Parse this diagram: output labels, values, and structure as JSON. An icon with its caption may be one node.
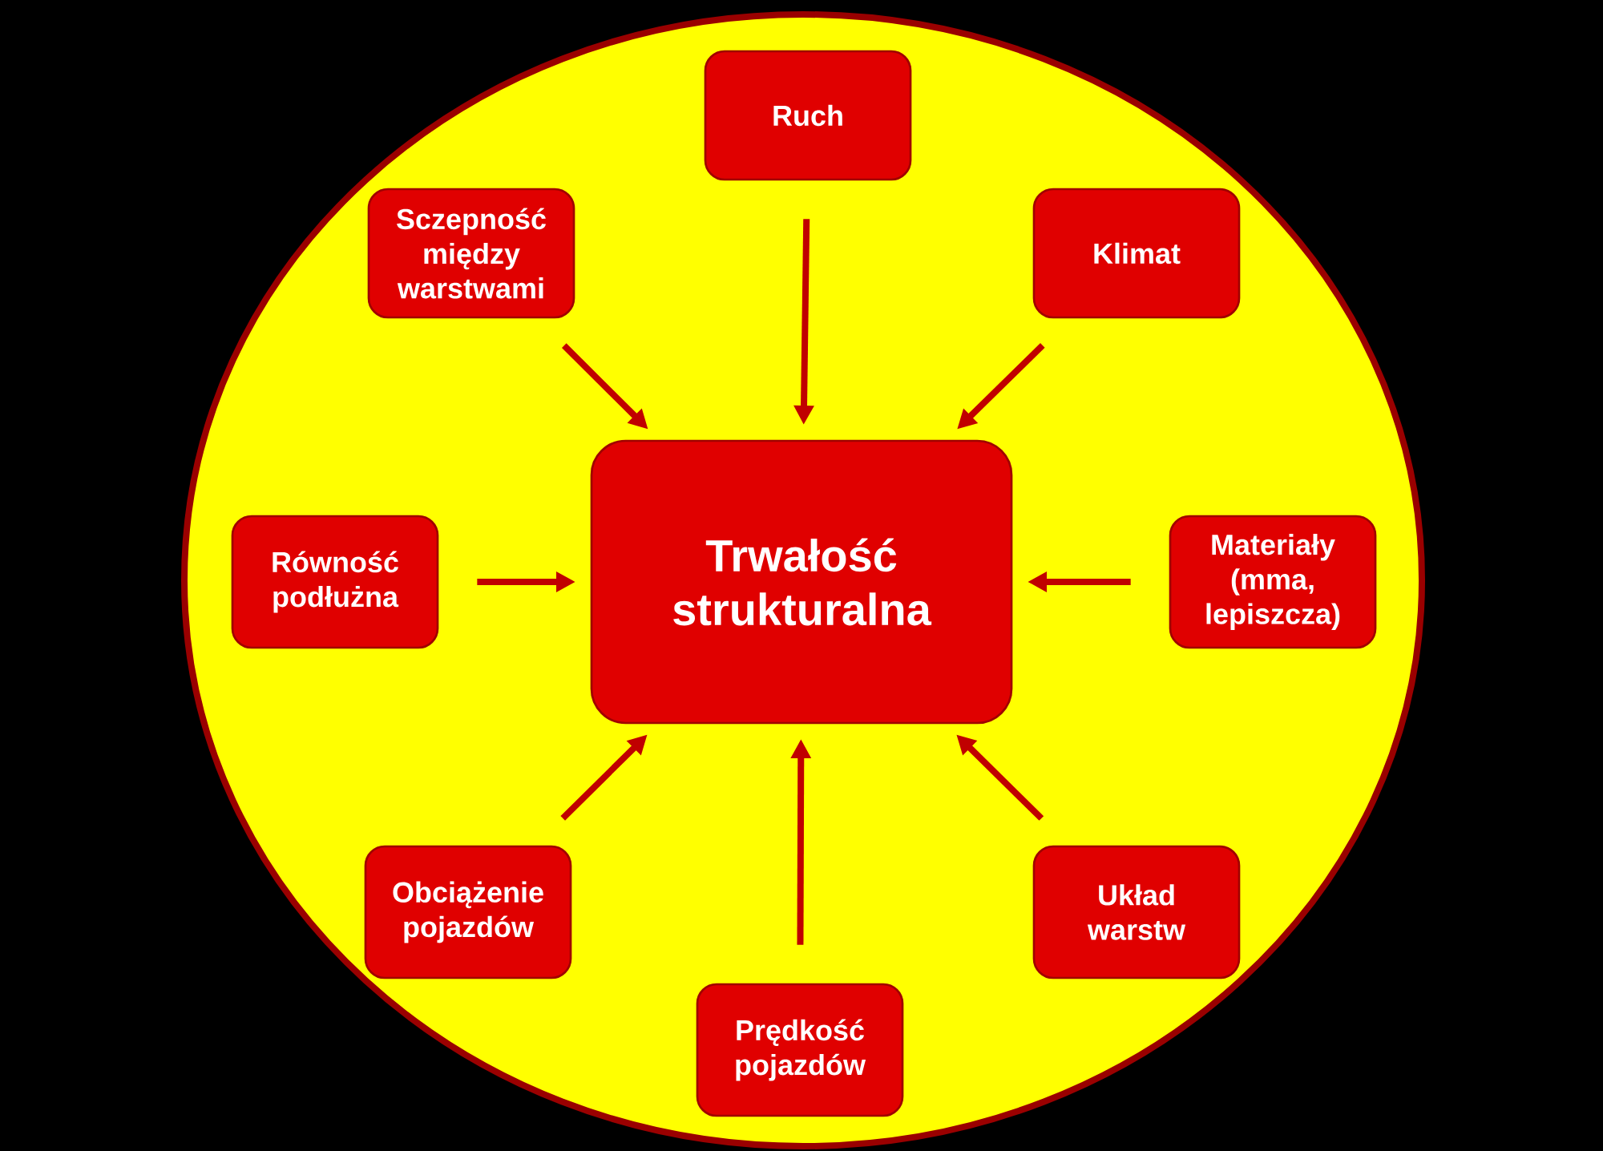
{
  "diagram": {
    "nodes": [
      {
        "text": [
          "Trwałość strukturalna"
        ]
      },
      {
        "text": [
          "Ruch"
        ]
      },
      {
        "text": [
          "Klimat"
        ]
      },
      {
        "text": [
          "Materiały (mma, lepiszcza)"
        ]
      },
      {
        "text": [
          "Układ warstw"
        ]
      },
      {
        "text": [
          "Prędkość pojazdów"
        ]
      },
      {
        "text": [
          "Obciążenie pojazdów"
        ]
      },
      {
        "text": [
          "Równość podłużna"
        ]
      },
      {
        "text": [
          "Sczepność między warstwami"
        ]
      }
    ],
    "edges": [
      {
        "from": 1,
        "to": 0,
        "arrow": "to"
      },
      {
        "from": 2,
        "to": 0,
        "arrow": "to"
      },
      {
        "from": 3,
        "to": 0,
        "arrow": "to"
      },
      {
        "from": 4,
        "to": 0,
        "arrow": "to"
      },
      {
        "from": 5,
        "to": 0,
        "arrow": "to"
      },
      {
        "from": 6,
        "to": 0,
        "arrow": "to"
      },
      {
        "from": 7,
        "to": 0,
        "arrow": "to"
      },
      {
        "from": 8,
        "to": 0,
        "arrow": "to"
      }
    ]
  }
}
